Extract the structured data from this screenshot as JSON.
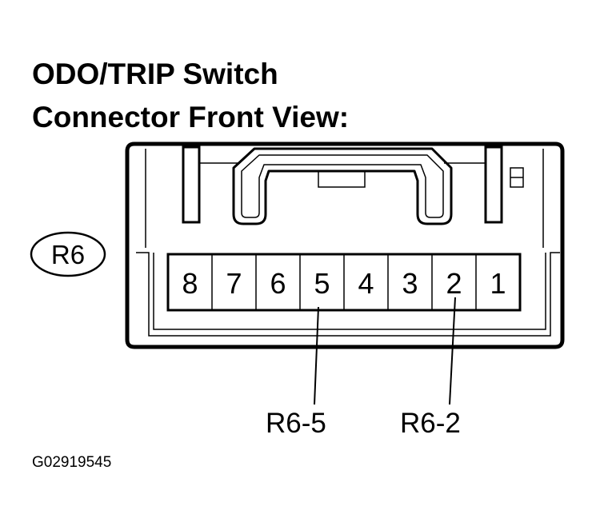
{
  "title": {
    "line1": "ODO/TRIP Switch",
    "line2": "Connector Front View:"
  },
  "connector": {
    "id": "R6",
    "pins": [
      "8",
      "7",
      "6",
      "5",
      "4",
      "3",
      "2",
      "1"
    ]
  },
  "callouts": [
    {
      "pin": "5",
      "label": "R6-5"
    },
    {
      "pin": "2",
      "label": "R6-2"
    }
  ],
  "figure_code": "G02919545",
  "colors": {
    "line": "#000000",
    "background": "#ffffff"
  }
}
